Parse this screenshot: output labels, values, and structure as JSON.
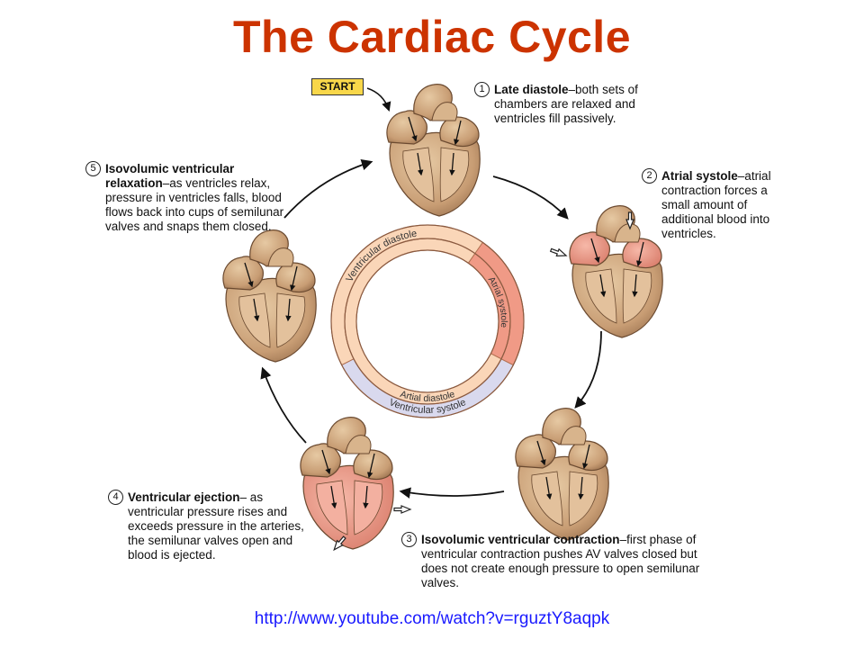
{
  "title": "The Cardiac Cycle",
  "start_label": "START",
  "ring_labels": {
    "ventricular_diastole": "Ventricular diastole",
    "atrial_systole": "Atrial systole",
    "atrial_diastole": "Artial diastole",
    "ventricular_systole": "Ventricular systole"
  },
  "colors": {
    "title": "#cc3300",
    "ring_diastole": "#fad6b8",
    "ring_atrial_systole": "#f09a86",
    "ring_systole": "#d9d9ee",
    "heart_tissue": "#c9a07a",
    "heart_active": "#ec9486",
    "link": "#1a1aff"
  },
  "steps": [
    {
      "num": "1",
      "heading": "Late diastole",
      "text": "–both sets of chambers are relaxed and ventricles fill passively."
    },
    {
      "num": "2",
      "heading": "Atrial systole",
      "text": "–atrial contraction forces a small amount of additional blood into ventricles."
    },
    {
      "num": "3",
      "heading": "Isovolumic ventricular contraction",
      "text": "–first phase of ventricular contraction pushes AV valves closed but does not create enough pressure to open semilunar valves."
    },
    {
      "num": "4",
      "heading": "Ventricular ejection",
      "text": "– as ventricular pressure rises and exceeds pressure in the arteries, the semilunar valves open and blood is ejected."
    },
    {
      "num": "5",
      "heading": "Isovolumic ventricular relaxation",
      "text": "–as ventricles relax, pressure in ventricles falls, blood flows back into cups of semilunar valves and snaps them closed."
    }
  ],
  "link_text": "http://www.youtube.com/watch?v=rguztY8aqpk"
}
